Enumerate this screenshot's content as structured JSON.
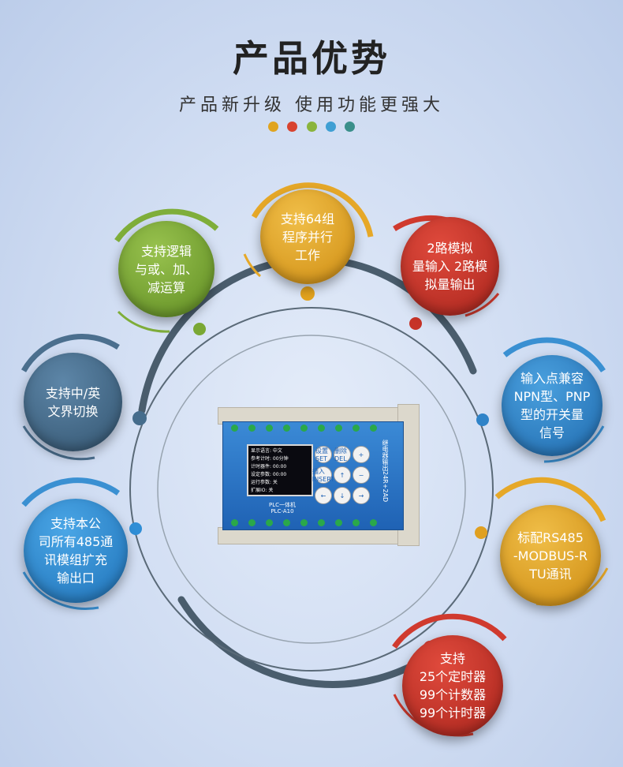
{
  "header": {
    "title": "产品优势",
    "subtitle": "产品新升级 使用功能更强大",
    "dot_colors": [
      "#e0a420",
      "#d8432f",
      "#8ab43c",
      "#3f9fd3",
      "#3a8f8a"
    ]
  },
  "features": [
    {
      "text": "支持64组\n程序并行\n工作",
      "color": "#e3a31e",
      "ring": "#e6a828"
    },
    {
      "text": "2路模拟\n量输入 2路模\n拟量输出",
      "color": "#c63328",
      "ring": "#d03a2e"
    },
    {
      "text": "支持逻辑\n与或、加、\n减运算",
      "color": "#7aa834",
      "ring": "#7fae3a"
    },
    {
      "text": "支持中/英\n文界切换",
      "color": "#456c8c",
      "ring": "#4b6f8e"
    },
    {
      "text": "输入点兼容\nNPN型、PNP\n型的开关量\n信号",
      "color": "#2f83c8",
      "ring": "#3a90d2"
    },
    {
      "text": "支持本公\n司所有485通\n讯模组扩充\n输出口",
      "color": "#2f8ed6",
      "ring": "#3a90d2"
    },
    {
      "text": "标配RS485\n-MODBUS-R\nTU通讯",
      "color": "#e0a020",
      "ring": "#e6a828"
    },
    {
      "text": "支持\n25个定时器\n99个计数器\n99个计时器",
      "color": "#c63328",
      "ring": "#d03a2e"
    }
  ],
  "device": {
    "side_text": "继电器输出24R+2AD",
    "model_name": "PLC一体机",
    "model_code": "PLC-A10",
    "screen_lines": [
      "显示语言: 中文",
      "参考计时: 00分钟",
      "计时器件: 00:00",
      "设定参数: 00:00",
      "运行参数: 关",
      "扩展IO: 关"
    ],
    "keys": [
      "设置\nSET",
      "删除\nDEL",
      "+",
      "插入\nINSERT",
      "↑",
      "−",
      "←",
      "↓",
      "→"
    ]
  }
}
